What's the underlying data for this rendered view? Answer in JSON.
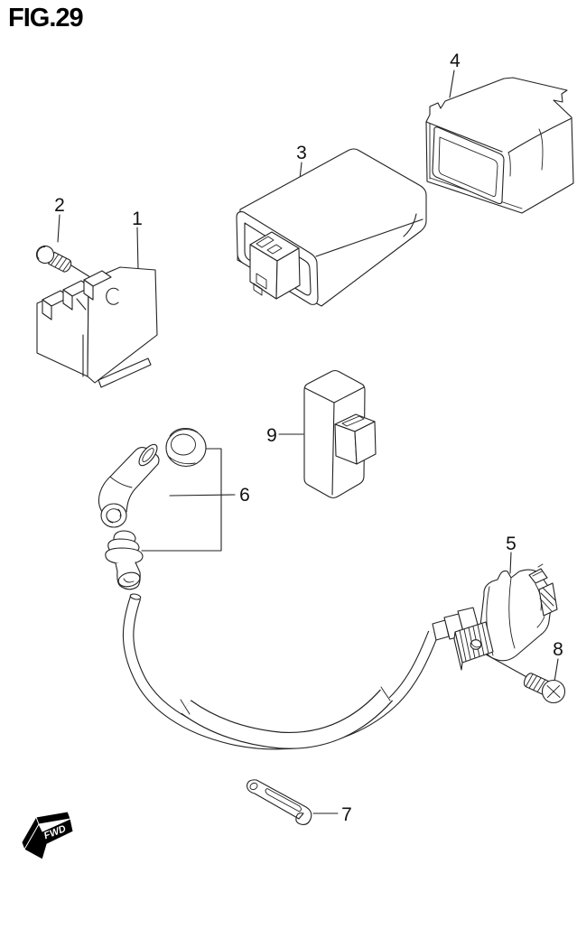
{
  "figure": {
    "title": "FIG.29",
    "direction_label": "FWD"
  },
  "callouts": [
    {
      "num": "1"
    },
    {
      "num": "2"
    },
    {
      "num": "3"
    },
    {
      "num": "4"
    },
    {
      "num": "5"
    },
    {
      "num": "6"
    },
    {
      "num": "7"
    },
    {
      "num": "8"
    },
    {
      "num": "9"
    }
  ]
}
